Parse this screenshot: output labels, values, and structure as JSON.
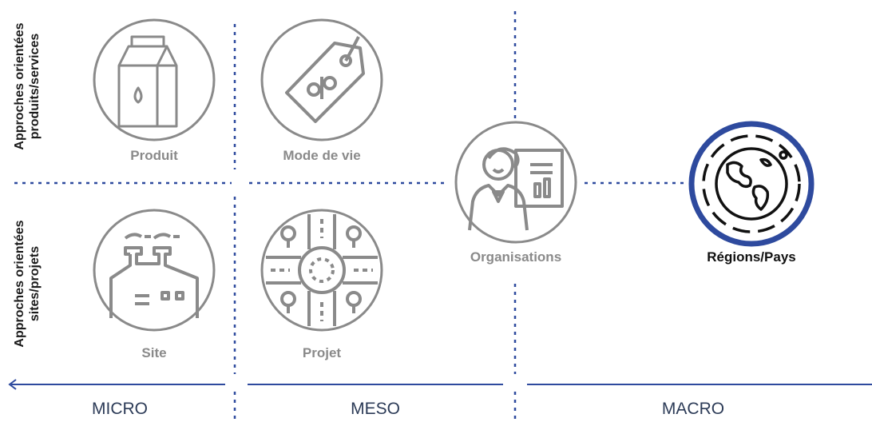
{
  "axis_labels": {
    "top_left": "Approches orientées\nproduits/services",
    "bottom_left": "Approches orientées\nsites/projets"
  },
  "nodes": {
    "produit": "Produit",
    "mode_de_vie": "Mode de vie",
    "site": "Site",
    "projet": "Projet",
    "organisations": "Organisations",
    "regions_pays": "Régions/Pays"
  },
  "scale": {
    "micro": "MICRO",
    "meso": "MESO",
    "macro": "MACRO"
  },
  "colors": {
    "icon_grey": "#8a8a8a",
    "accent_blue": "#2e4a9e",
    "dotted_blue": "#2e4a9e"
  }
}
